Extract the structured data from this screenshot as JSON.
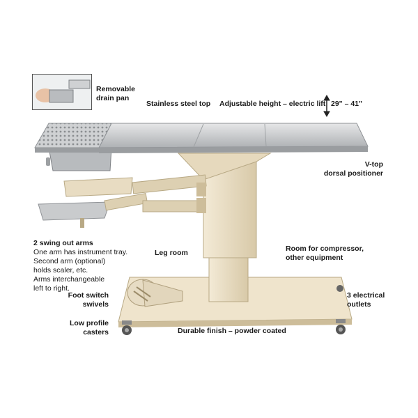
{
  "labels": {
    "drain_pan": [
      "Removable",
      "drain pan"
    ],
    "stainless_top": "Stainless steel top",
    "adjustable_height": "Adjustable height – electric lift",
    "height_range": "29\" – 41\"",
    "v_top": [
      "V-top",
      "dorsal positioner"
    ],
    "swing_arms_title": "2 swing out arms",
    "swing_arms_desc": [
      "One arm has instrument tray.",
      "Second arm (optional)",
      "holds scaler, etc.",
      "Arms interchangeable",
      "left to right."
    ],
    "leg_room": "Leg room",
    "compressor": [
      "Room for compressor,",
      "other equipment"
    ],
    "foot_switch": [
      "Foot switch",
      "swivels"
    ],
    "electrical": [
      "3 electrical",
      "outlets"
    ],
    "casters": [
      "Low profile",
      "casters"
    ],
    "finish": "Durable finish – powder coated"
  },
  "colors": {
    "frame": "#e9dcc0",
    "frame_shadow": "#cfc0a0",
    "steel": "#c8cacc",
    "steel_dark": "#8f9296",
    "arrow": "#222222"
  },
  "icons": [
    "height-arrow-icon",
    "drain-pan-photo",
    "table-illustration"
  ]
}
